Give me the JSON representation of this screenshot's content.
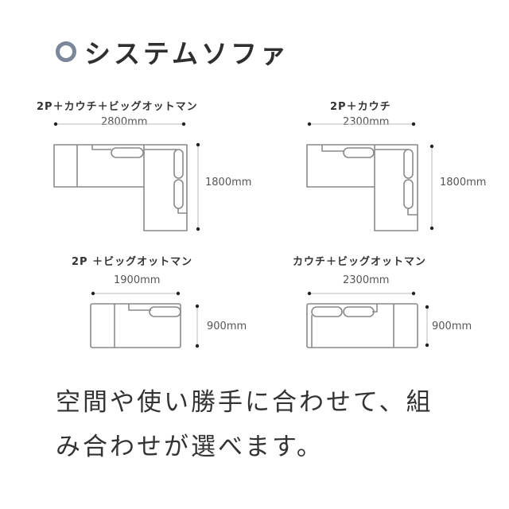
{
  "header": {
    "icon": "circle-outline-icon",
    "title": "システムソファ"
  },
  "layouts": [
    {
      "name": "2P＋カウチ＋ビッグオットマン",
      "width": "2800mm",
      "depth": "1800mm"
    },
    {
      "name": "2P＋カウチ",
      "width": "2300mm",
      "depth": "1800mm"
    },
    {
      "name": "2P ＋ビッグオットマン",
      "width": "1900mm",
      "depth": "900mm"
    },
    {
      "name": "カウチ＋ビッグオットマン",
      "width": "2300mm",
      "depth": "900mm"
    }
  ],
  "caption": {
    "line1": "空間や使い勝手に合わせて、組",
    "line2": "み合わせが選べます。"
  },
  "colors": {
    "ring": "#7a8699",
    "outline": "#8a8a8a",
    "text": "#333333"
  }
}
